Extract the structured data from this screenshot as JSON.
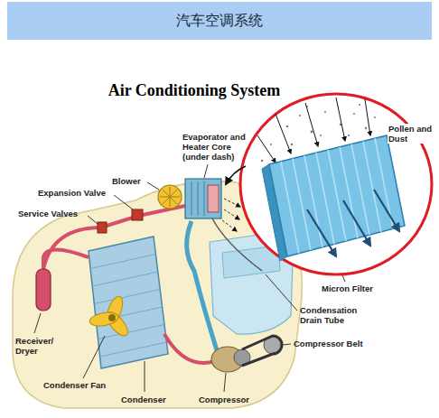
{
  "diagram": {
    "title": "汽车空调系统",
    "labels": [
      "Air Conditioning System",
      "Evaporator and Heater Core (under dash)",
      "Blower",
      "Expansion Valve",
      "Service Valves",
      "Pollen and Dust",
      "Micron Filter",
      "Condensation Drain Tube",
      "Compressor Belt",
      "Receiver/ Dryer",
      "Condenser Fan",
      "Condenser",
      "Compressor"
    ]
  }
}
